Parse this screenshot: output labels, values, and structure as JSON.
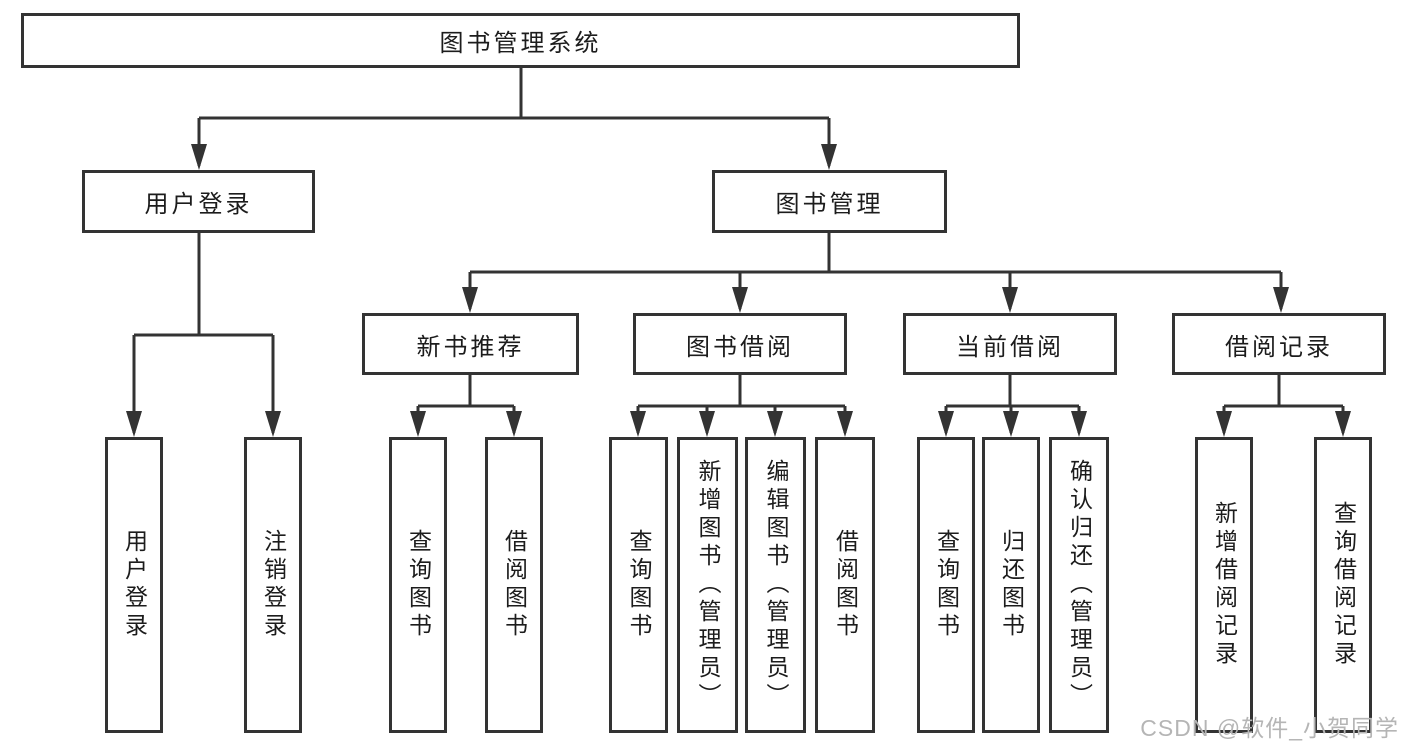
{
  "tree": {
    "label": "图书管理系统",
    "children": [
      {
        "label": "用户登录",
        "children": [
          {
            "label": "用户登录"
          },
          {
            "label": "注销登录"
          }
        ]
      },
      {
        "label": "图书管理",
        "children": [
          {
            "label": "新书推荐",
            "children": [
              {
                "label": "查询图书"
              },
              {
                "label": "借阅图书"
              }
            ]
          },
          {
            "label": "图书借阅",
            "children": [
              {
                "label": "查询图书"
              },
              {
                "label": "新增图书（管理员）"
              },
              {
                "label": "编辑图书（管理员）"
              },
              {
                "label": "借阅图书"
              }
            ]
          },
          {
            "label": "当前借阅",
            "children": [
              {
                "label": "查询图书"
              },
              {
                "label": "归还图书"
              },
              {
                "label": "确认归还（管理员）"
              }
            ]
          },
          {
            "label": "借阅记录",
            "children": [
              {
                "label": "新增借阅记录"
              },
              {
                "label": "查询借阅记录"
              }
            ]
          }
        ]
      }
    ]
  },
  "watermark": "CSDN @软件_小贺同学",
  "colors": {
    "line": "#333333",
    "box_border": "#333333",
    "box_fill": "#ffffff",
    "text": "#1c1c1c",
    "watermark": "#b5b5b5",
    "background": "#ffffff"
  }
}
